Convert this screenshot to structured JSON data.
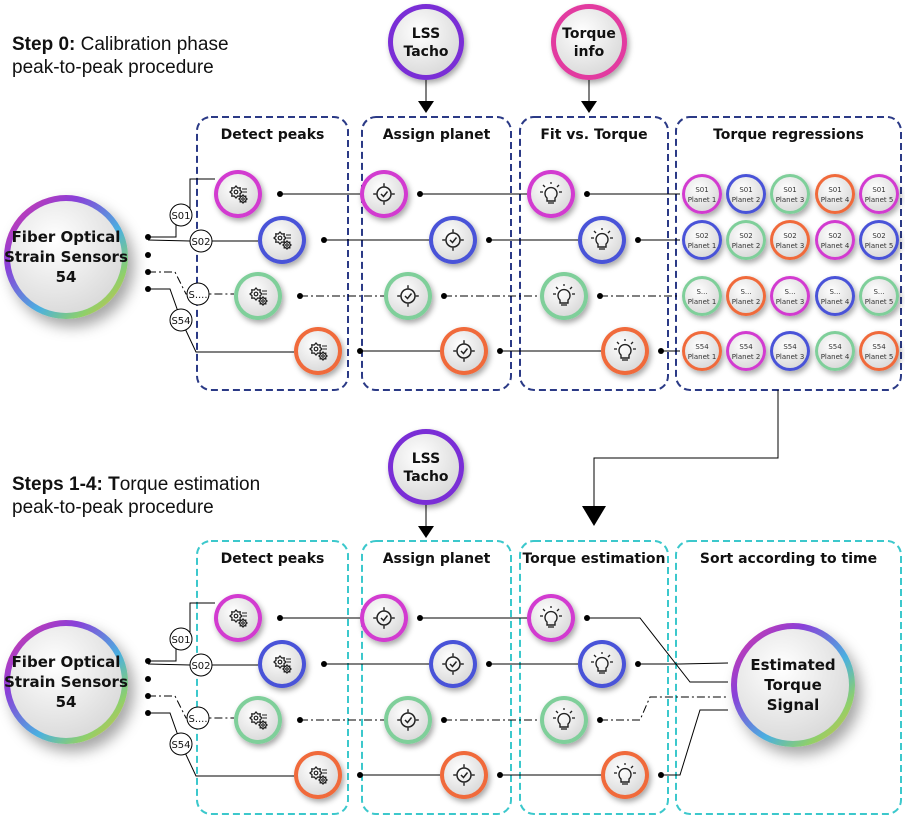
{
  "step0": {
    "heading_bold": "Step 0:",
    "heading_line1": " Calibration phase",
    "heading_line2": "peak-to-peak procedure",
    "inputs": [
      {
        "line1": "LSS",
        "line2": "Tacho",
        "color": "#7a2fd6"
      },
      {
        "line1": "Torque",
        "line2": "info",
        "color": "#e23aa0"
      }
    ],
    "stages": [
      "Detect peaks",
      "Assign planet",
      "Fit vs. Torque",
      "Torque regressions"
    ],
    "source": {
      "line1": "Fiber Optical",
      "line2": "Strain Sensors",
      "line3": "54"
    },
    "sensor_labels": [
      "S01",
      "S02",
      "S....",
      "S54"
    ],
    "regressions": [
      {
        "sensor": "S01",
        "planets": [
          "Planet 1",
          "Planet 2",
          "Planet 3",
          "Planet 4",
          "Planet 5"
        ]
      },
      {
        "sensor": "S02",
        "planets": [
          "Planet 1",
          "Planet 2",
          "Planet 3",
          "Planet 4",
          "Planet 5"
        ]
      },
      {
        "sensor": "S...",
        "planets": [
          "Planet 1",
          "Planet 2",
          "Planet 3",
          "Planet 4",
          "Planet 5"
        ]
      },
      {
        "sensor": "S54",
        "planets": [
          "Planet 1",
          "Planet 2",
          "Planet 3",
          "Planet 4",
          "Planet 5"
        ]
      }
    ],
    "box_color": "#2b3a86"
  },
  "step14": {
    "heading_bold": "Steps 1-4: T",
    "heading_line1": "orque estimation",
    "heading_line2": "peak-to-peak procedure",
    "inputs": [
      {
        "line1": "LSS",
        "line2": "Tacho",
        "color": "#7a2fd6"
      }
    ],
    "stages": [
      "Detect peaks",
      "Assign planet",
      "Torque estimation",
      "Sort according to time"
    ],
    "source": {
      "line1": "Fiber Optical",
      "line2": "Strain Sensors",
      "line3": "54"
    },
    "sensor_labels": [
      "S01",
      "S02",
      "S....",
      "S54"
    ],
    "output": {
      "line1": "Estimated",
      "line2": "Torque",
      "line3": "Signal"
    },
    "box_color": "#3cc8cc"
  },
  "row_colors": [
    {
      "name": "magenta",
      "ring": "#d23bd0"
    },
    {
      "name": "blue",
      "ring": "#4a52d8"
    },
    {
      "name": "green",
      "ring": "#7fcf9a"
    },
    {
      "name": "orange",
      "ring": "#f06a3a"
    }
  ],
  "icons": [
    "gears-icon",
    "dial-check-icon",
    "lightbulb-icon"
  ]
}
